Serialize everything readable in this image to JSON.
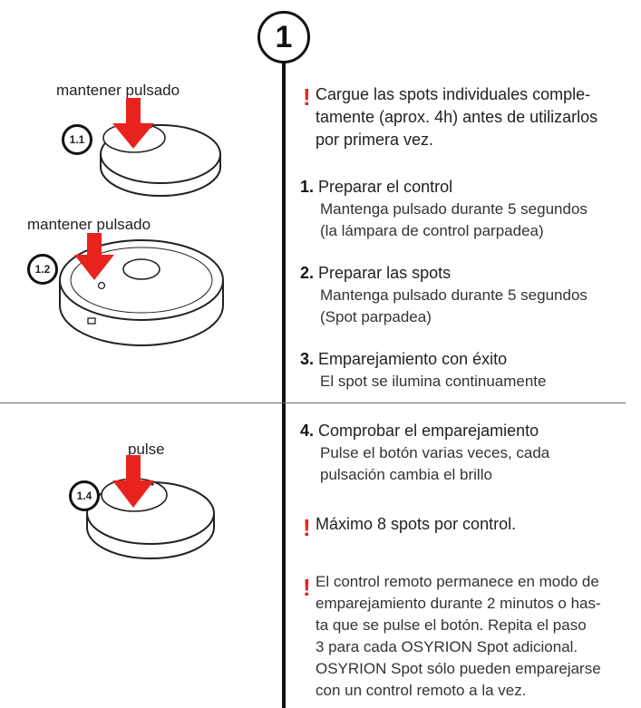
{
  "step_number": "1",
  "left": {
    "label_1_1": "mantener pulsado",
    "badge_1_1": "1.1",
    "label_1_2": "mantener pulsado",
    "badge_1_2": "1.2",
    "label_1_4": "pulse",
    "badge_1_4": "1.4"
  },
  "right": {
    "note_1": {
      "line1": "Cargue las spots individuales comple-",
      "line2": "tamente (aprox. 4h) antes de utilizarlos",
      "line3": "por primera vez."
    },
    "items": [
      {
        "num": "1.",
        "title": "Preparar el control",
        "desc1": "Mantenga pulsado durante 5 segundos",
        "desc2": "(la lámpara de control parpadea)"
      },
      {
        "num": "2.",
        "title": "Preparar las spots",
        "desc1": "Mantenga pulsado durante 5 segundos",
        "desc2": "(Spot parpadea)"
      },
      {
        "num": "3.",
        "title": "Emparejamiento con éxito",
        "desc1": "El spot se ilumina continuamente",
        "desc2": ""
      },
      {
        "num": "4.",
        "title": "Comprobar el emparejamiento",
        "desc1": "Pulse el botón varias veces, cada",
        "desc2": "pulsación cambia el brillo"
      }
    ],
    "note_2": "Máximo 8 spots por control.",
    "note_3": {
      "line1": "El control remoto permanece en modo de",
      "line2": "emparejamiento durante 2 minutos o has-",
      "line3": "ta que se pulse el botón. Repita el paso",
      "line4": "3 para cada OSYRION Spot adicional.",
      "line5": "OSYRION Spot sólo pueden emparejarse",
      "line6": "con un control remoto a la vez."
    }
  },
  "colors": {
    "accent": "#e8231e",
    "line": "#111111"
  }
}
